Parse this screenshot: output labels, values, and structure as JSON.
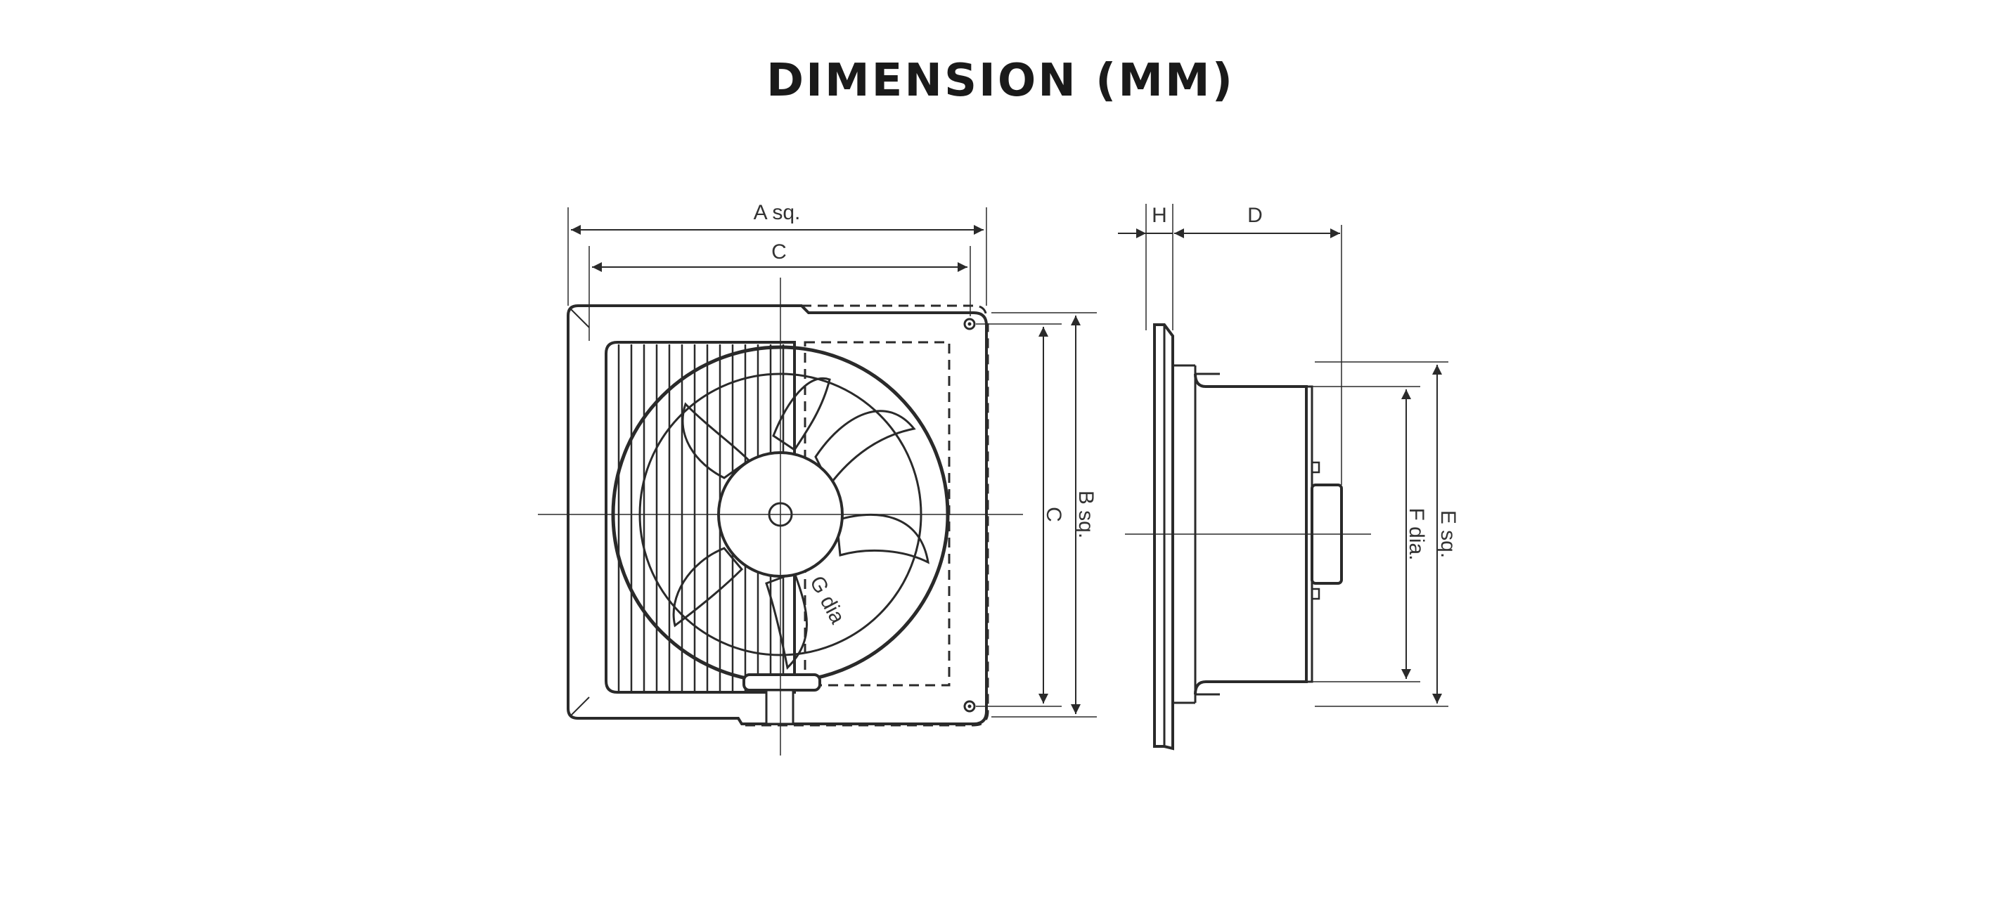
{
  "title": "DIMENSION (MM)",
  "front_view": {
    "labels": {
      "a_sq": "A sq.",
      "c_top": "C",
      "c_side": "C",
      "b_sq": "B sq.",
      "g_dia": "G dia"
    }
  },
  "side_view": {
    "labels": {
      "h": "H",
      "d": "D",
      "f_dia": "F dia.",
      "e_sq": "E sq."
    }
  },
  "colors": {
    "line": "#2a2a2a",
    "text": "#333333",
    "background": "#ffffff"
  }
}
